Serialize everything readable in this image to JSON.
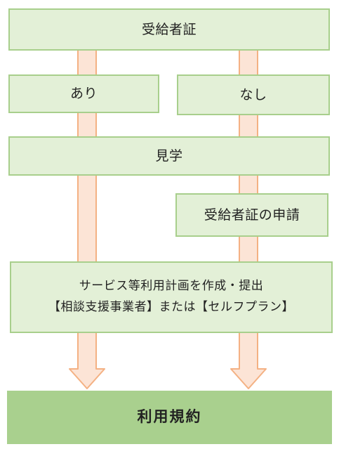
{
  "colors": {
    "box_fill": "#e3f0d7",
    "box_border": "#a8cf8c",
    "arrow_fill": "#fce4d6",
    "arrow_border": "#f4b183",
    "final_fill": "#a9d08e"
  },
  "steps": {
    "certificate": "受給者証",
    "yes": "あり",
    "no": "なし",
    "tour": "見学",
    "apply_certificate": "受給者証の申請",
    "plan": {
      "line1": "サービス等利用計画を作成・提出",
      "line2": "【相談支援事業者】または【セルフプラン】"
    },
    "contract": "利用規約"
  }
}
